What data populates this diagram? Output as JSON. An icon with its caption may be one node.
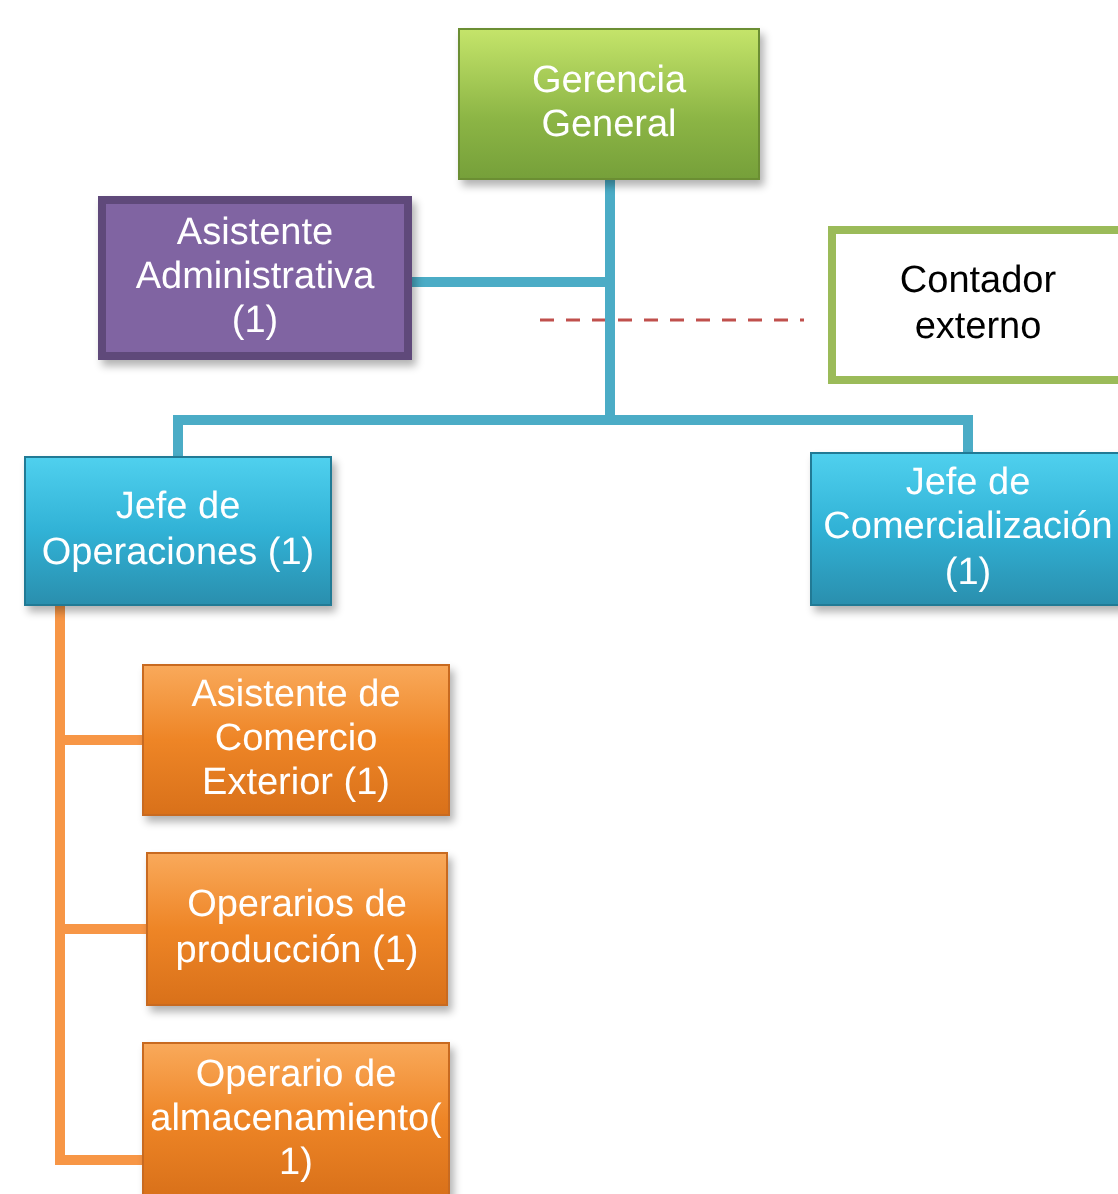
{
  "diagram": {
    "nodes": [
      {
        "text": [
          "Gerencia General"
        ]
      },
      {
        "text": [
          "Asistente Administrativa (1)"
        ]
      },
      {
        "text": [
          "Contador externo"
        ]
      },
      {
        "text": [
          "Jefe de Operaciones (1)"
        ]
      },
      {
        "text": [
          "Jefe de Comercialización (1)"
        ]
      },
      {
        "text": [
          "Asistente de Comercio Exterior (1)"
        ]
      },
      {
        "text": [
          "Operarios de producción (1)"
        ]
      },
      {
        "text": [
          "Operario de almacenamiento(1)"
        ]
      }
    ],
    "edges": [
      {
        "from": 0,
        "to": 1,
        "arrow": "none"
      },
      {
        "from": 0,
        "to": 2,
        "arrow": "none",
        "style": "dashed",
        "color": "#c0504d"
      },
      {
        "from": 0,
        "to": 3,
        "arrow": "none"
      },
      {
        "from": 0,
        "to": 4,
        "arrow": "none"
      },
      {
        "from": 3,
        "to": 5,
        "arrow": "none",
        "color": "#f79646"
      },
      {
        "from": 3,
        "to": 6,
        "arrow": "none",
        "color": "#f79646"
      },
      {
        "from": 3,
        "to": 7,
        "arrow": "none",
        "color": "#f79646"
      }
    ]
  }
}
